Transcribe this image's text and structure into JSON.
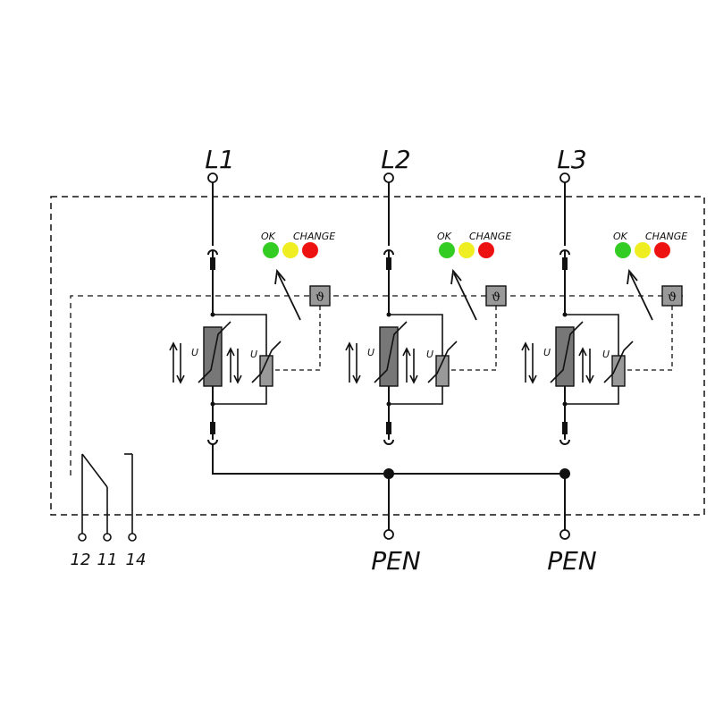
{
  "phases": [
    {
      "label": "L1"
    },
    {
      "label": "L2"
    },
    {
      "label": "L3"
    }
  ],
  "indicator": {
    "ok_label": "OK",
    "change_label": "CHANGE",
    "lamp_colors": [
      "#33cc22",
      "#eeee22",
      "#ee1111"
    ]
  },
  "thermal_symbol": "ϑ",
  "varistor_symbol": "U",
  "pen_terminals": [
    {
      "label": "PEN"
    },
    {
      "label": "PEN"
    }
  ],
  "contacts": [
    {
      "label": "12"
    },
    {
      "label": "11"
    },
    {
      "label": "14"
    }
  ],
  "colors": {
    "line": "#111111",
    "varistor_main": "#777777",
    "varistor_small": "#999999",
    "thermal_box": "#999999"
  }
}
